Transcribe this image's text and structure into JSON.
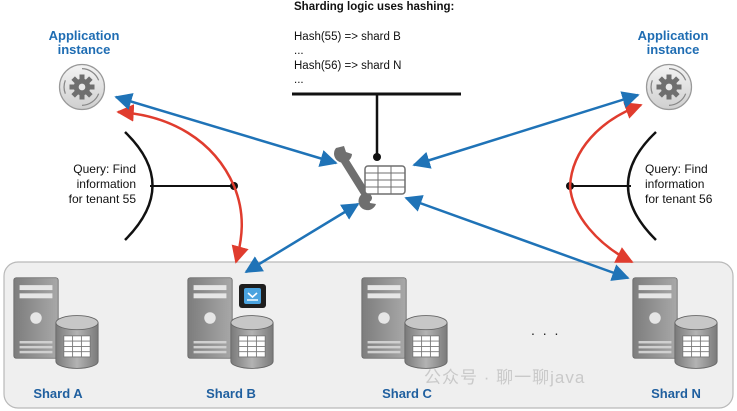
{
  "sharding_logic": {
    "title": "Sharding logic uses hashing:",
    "lines": [
      "Hash(55) => shard B",
      "...",
      "Hash(56) => shard N",
      "..."
    ]
  },
  "app_left": {
    "title_line1": "Application",
    "title_line2": "instance"
  },
  "app_right": {
    "title_line1": "Application",
    "title_line2": "instance"
  },
  "query_left": {
    "line1": "Query: Find",
    "line2": "information",
    "line3": "for tenant 55"
  },
  "query_right": {
    "line1": "Query: Find",
    "line2": "information",
    "line3": "for tenant 56"
  },
  "shards": [
    "Shard A",
    "Shard B",
    "Shard C",
    "Shard N"
  ],
  "ellipsis": ". . .",
  "watermark": "公众号 · 聊一聊java",
  "colors": {
    "blue_arrow": "#1f73b7",
    "red_arrow": "#e03c2e",
    "label_blue": "#1f6db3",
    "panel_bg": "#efefef",
    "server_gray": "#8c8c8c"
  },
  "icons": [
    "gear-icon",
    "wrench-icon",
    "table-icon",
    "server-icon",
    "database-icon",
    "sharding-badge-icon"
  ]
}
